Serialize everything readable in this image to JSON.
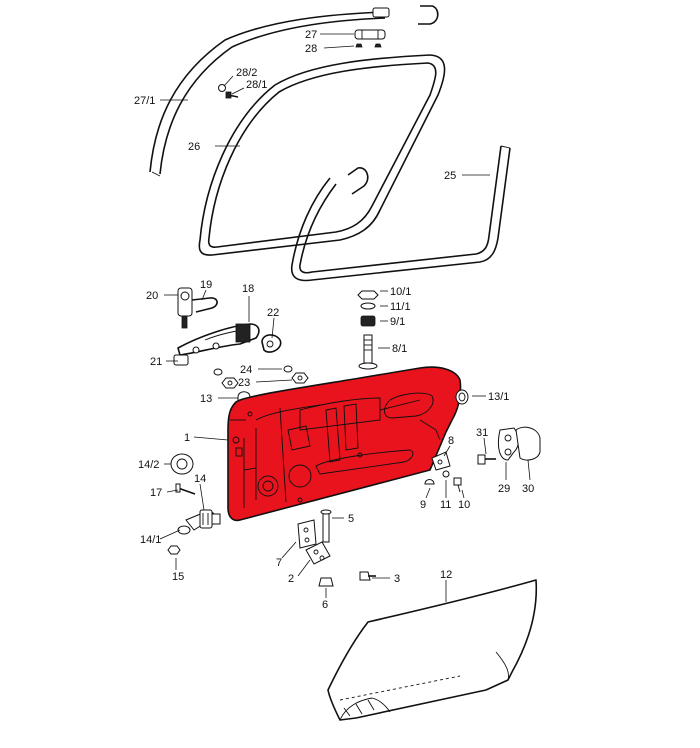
{
  "labels": {
    "l1": "1",
    "l2": "2",
    "l3": "3",
    "l5": "5",
    "l6": "6",
    "l7": "7",
    "l8": "8",
    "l9": "9",
    "l10": "10",
    "l11": "11",
    "l12": "12",
    "l13": "13",
    "l13_1": "13/1",
    "l14": "14",
    "l14_1": "14/1",
    "l14_2": "14/2",
    "l15": "15",
    "l17": "17",
    "l18": "18",
    "l19": "19",
    "l20": "20",
    "l21": "21",
    "l22": "22",
    "l23": "23",
    "l24": "24",
    "l25": "25",
    "l26": "26",
    "l27": "27",
    "l27_1": "27/1",
    "l28": "28",
    "l28_1": "28/1",
    "l28_2": "28/2",
    "l29": "29",
    "l30": "30",
    "l31": "31",
    "l8_1": "8/1",
    "l9_1": "9/1",
    "l10_1": "10/1",
    "l11_1": "11/1"
  },
  "colors": {
    "door_panel": "#e8131c",
    "line": "#111111",
    "background": "#ffffff"
  }
}
